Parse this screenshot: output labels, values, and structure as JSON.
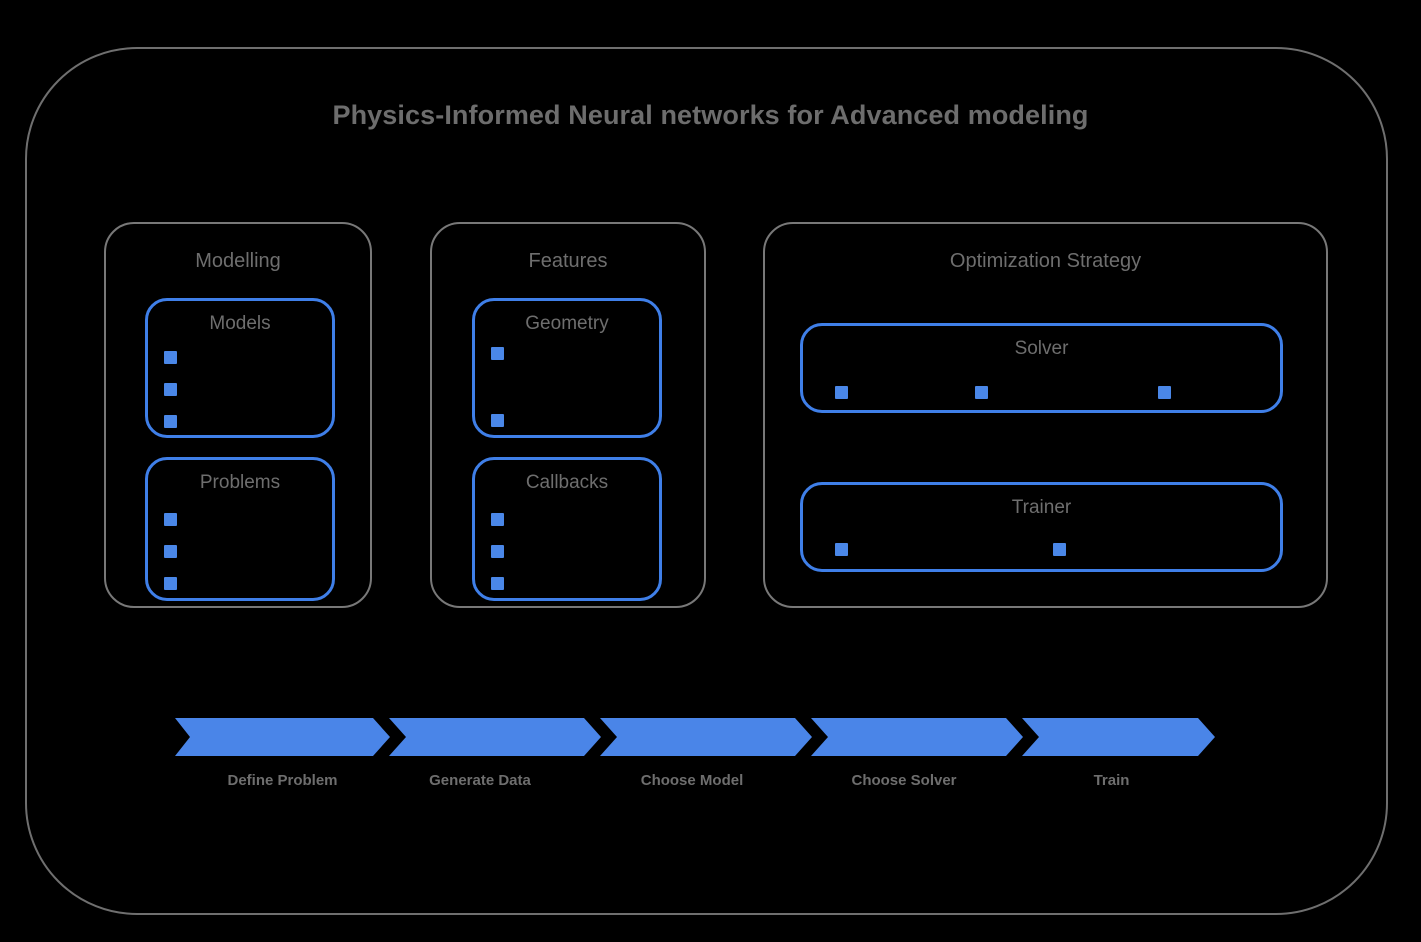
{
  "diagram": {
    "title": "Physics-Informed Neural networks for Advanced modeling",
    "colors": {
      "background": "#000000",
      "frame_border": "#6f6f6f",
      "group_border": "#787878",
      "accent_blue": "#3f7fe8",
      "chevron_blue": "#4a85e8",
      "text_gray": "#6e6e6e"
    },
    "groups": [
      {
        "id": "modelling",
        "label": "Modelling",
        "boxes": [
          {
            "id": "models",
            "label": "Models",
            "bullet_count": 3,
            "bullet_layout": "vertical"
          },
          {
            "id": "problems",
            "label": "Problems",
            "bullet_count": 3,
            "bullet_layout": "vertical"
          }
        ]
      },
      {
        "id": "features",
        "label": "Features",
        "boxes": [
          {
            "id": "geometry",
            "label": "Geometry",
            "bullet_count": 2,
            "bullet_layout": "vertical-spread"
          },
          {
            "id": "callbacks",
            "label": "Callbacks",
            "bullet_count": 3,
            "bullet_layout": "vertical"
          }
        ]
      },
      {
        "id": "optimization",
        "label": "Optimization Strategy",
        "boxes": [
          {
            "id": "solver",
            "label": "Solver",
            "bullet_count": 3,
            "bullet_layout": "horizontal"
          },
          {
            "id": "trainer",
            "label": "Trainer",
            "bullet_count": 2,
            "bullet_layout": "horizontal"
          }
        ]
      }
    ],
    "pipeline": {
      "steps": [
        {
          "label": "Define Problem"
        },
        {
          "label": "Generate Data"
        },
        {
          "label": "Choose Model"
        },
        {
          "label": "Choose Solver"
        },
        {
          "label": "Train"
        }
      ]
    }
  }
}
